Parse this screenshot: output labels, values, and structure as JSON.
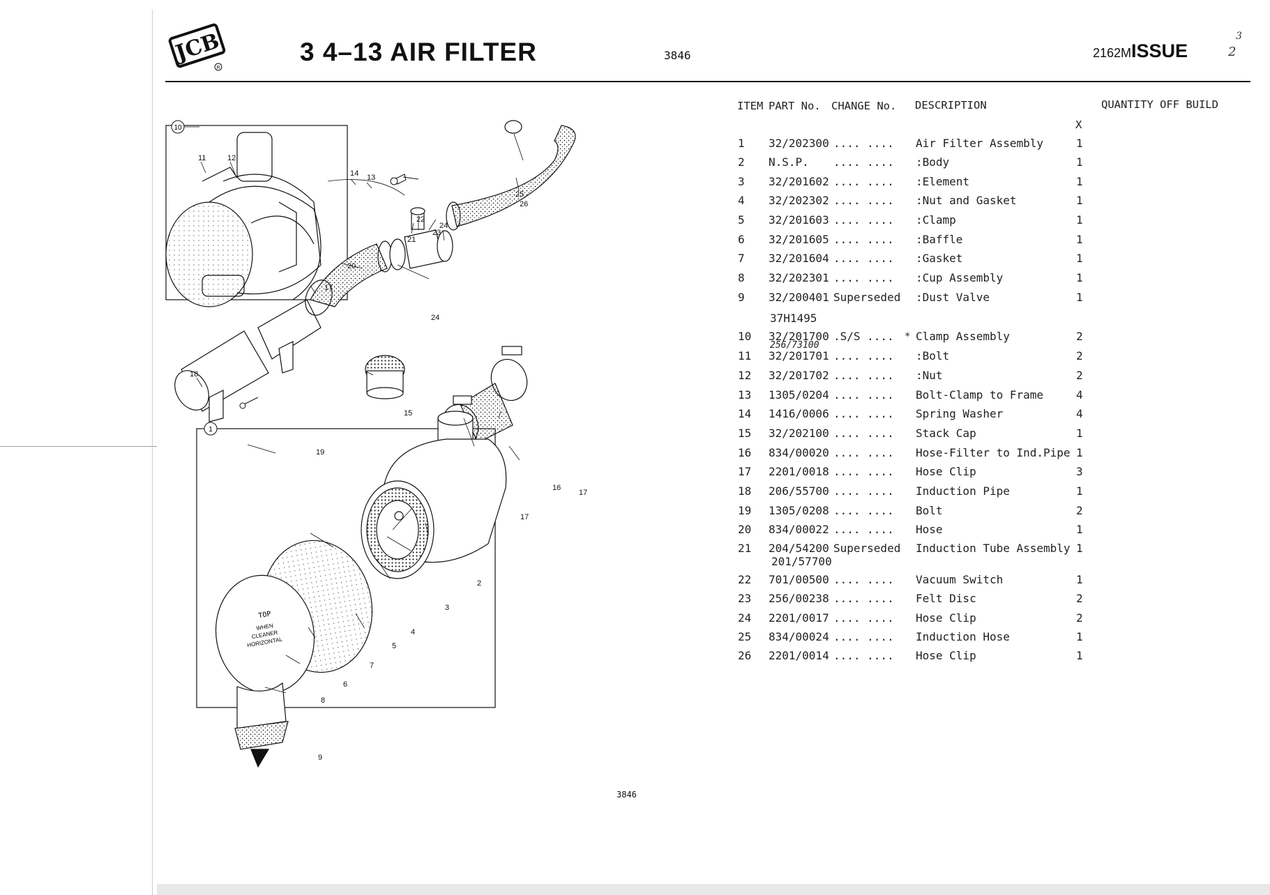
{
  "header": {
    "logo_text": "JCB",
    "title": "3 4–13 AIR FILTER",
    "code": "3846",
    "issue_code": "2162M",
    "issue_label": "ISSUE",
    "issue_handwritten_top": "3",
    "issue_handwritten": "2"
  },
  "table": {
    "headers": {
      "item": "ITEM",
      "part": "PART No.",
      "change": "CHANGE No.",
      "description": "DESCRIPTION",
      "quantity": "QUANTITY OFF BUILD",
      "build_col": "X"
    },
    "rows": [
      {
        "item": "1",
        "part": "32/202300",
        "change": "....   ....",
        "description": "Air Filter Assembly",
        "qty": "1"
      },
      {
        "item": "2",
        "part": "N.S.P.",
        "change": "....   ....",
        "description": ":Body",
        "qty": "1"
      },
      {
        "item": "3",
        "part": "32/201602",
        "change": "....   ....",
        "description": ":Element",
        "qty": "1"
      },
      {
        "item": "4",
        "part": "32/202302",
        "change": "....   ....",
        "description": ":Nut and Gasket",
        "qty": "1"
      },
      {
        "item": "5",
        "part": "32/201603",
        "change": "....   ....",
        "description": ":Clamp",
        "qty": "1"
      },
      {
        "item": "6",
        "part": "32/201605",
        "change": "....   ....",
        "description": ":Baffle",
        "qty": "1"
      },
      {
        "item": "7",
        "part": "32/201604",
        "change": "....   ....",
        "description": ":Gasket",
        "qty": "1"
      },
      {
        "item": "8",
        "part": "32/202301",
        "change": "....   ....",
        "description": ":Cup Assembly",
        "qty": "1"
      },
      {
        "item": "9",
        "part": "32/200401",
        "change": "Superseded",
        "description": ":Dust Valve",
        "qty": "1"
      },
      {
        "item": "10",
        "part": "32/201700",
        "change": ".S/S   ....",
        "description": "Clamp Assembly",
        "qty": "2"
      },
      {
        "item": "11",
        "part": "32/201701",
        "change": "....   ....",
        "description": ":Bolt",
        "qty": "2"
      },
      {
        "item": "12",
        "part": "32/201702",
        "change": "....   ....",
        "description": ":Nut",
        "qty": "2"
      },
      {
        "item": "13",
        "part": "1305/0204",
        "change": "....   ....",
        "description": "Bolt-Clamp to Frame",
        "qty": "4"
      },
      {
        "item": "14",
        "part": "1416/0006",
        "change": "....   ....",
        "description": "Spring Washer",
        "qty": "4"
      },
      {
        "item": "15",
        "part": "32/202100",
        "change": "....   ....",
        "description": "Stack Cap",
        "qty": "1"
      },
      {
        "item": "16",
        "part": "834/00020",
        "change": "....   ....",
        "description": "Hose-Filter to Ind.Pipe",
        "qty": "1"
      },
      {
        "item": "17",
        "part": "2201/0018",
        "change": "....   ....",
        "description": "Hose Clip",
        "qty": "3"
      },
      {
        "item": "18",
        "part": "206/55700",
        "change": "....   ....",
        "description": "Induction Pipe",
        "qty": "1"
      },
      {
        "item": "19",
        "part": "1305/0208",
        "change": "....   ....",
        "description": "Bolt",
        "qty": "2"
      },
      {
        "item": "20",
        "part": "834/00022",
        "change": "....   ....",
        "description": "Hose",
        "qty": "1"
      },
      {
        "item": "21",
        "part": "204/54200",
        "change": "Superseded",
        "description": "Induction Tube Assembly",
        "qty": "1"
      },
      {
        "item": "22",
        "part": "701/00500",
        "change": "....   ....",
        "description": "Vacuum Switch",
        "qty": "1"
      },
      {
        "item": "23",
        "part": "256/00238",
        "change": "....   ....",
        "description": "Felt Disc",
        "qty": "2"
      },
      {
        "item": "24",
        "part": "2201/0017",
        "change": "....   ....",
        "description": "Hose Clip",
        "qty": "2"
      },
      {
        "item": "25",
        "part": "834/00024",
        "change": "....   ....",
        "description": "Induction Hose",
        "qty": "1"
      },
      {
        "item": "26",
        "part": "2201/0014",
        "change": "....   ....",
        "description": "Hose Clip",
        "qty": "1"
      }
    ],
    "supersede_9": "37H1495",
    "supersede_21": "201/57700",
    "handwritten_10": "256/73100",
    "star_10": "*"
  },
  "diagram": {
    "callouts": [
      "1",
      "2",
      "3",
      "4",
      "5",
      "6",
      "7",
      "8",
      "9",
      "10",
      "11",
      "12",
      "13",
      "14",
      "15",
      "16",
      "17",
      "18",
      "19",
      "20",
      "21",
      "22",
      "23",
      "24",
      "25",
      "26"
    ],
    "hose_text": "TOP",
    "label_when": "WHEN",
    "label_cleaner": "CLEANER",
    "label_horizontal": "HORIZONTAL",
    "figure_number": "3846"
  }
}
